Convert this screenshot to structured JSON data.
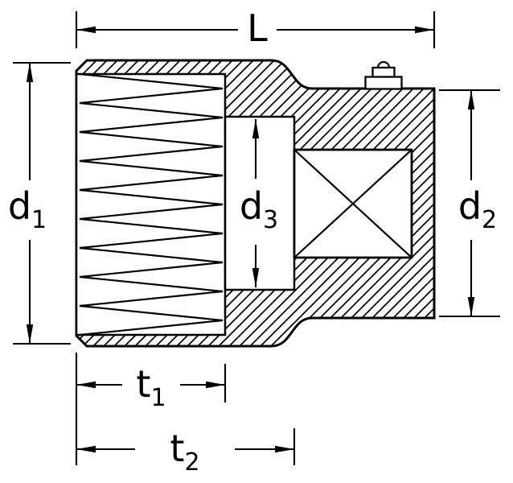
{
  "colors": {
    "line": "#000000",
    "background": "#ffffff"
  },
  "dims": {
    "L": {
      "base": "L",
      "sub": ""
    },
    "d1": {
      "base": "d",
      "sub": "1"
    },
    "d2": {
      "base": "d",
      "sub": "2"
    },
    "d3": {
      "base": "d",
      "sub": "3"
    },
    "t1": {
      "base": "t",
      "sub": "1"
    },
    "t2": {
      "base": "t",
      "sub": "2"
    }
  }
}
